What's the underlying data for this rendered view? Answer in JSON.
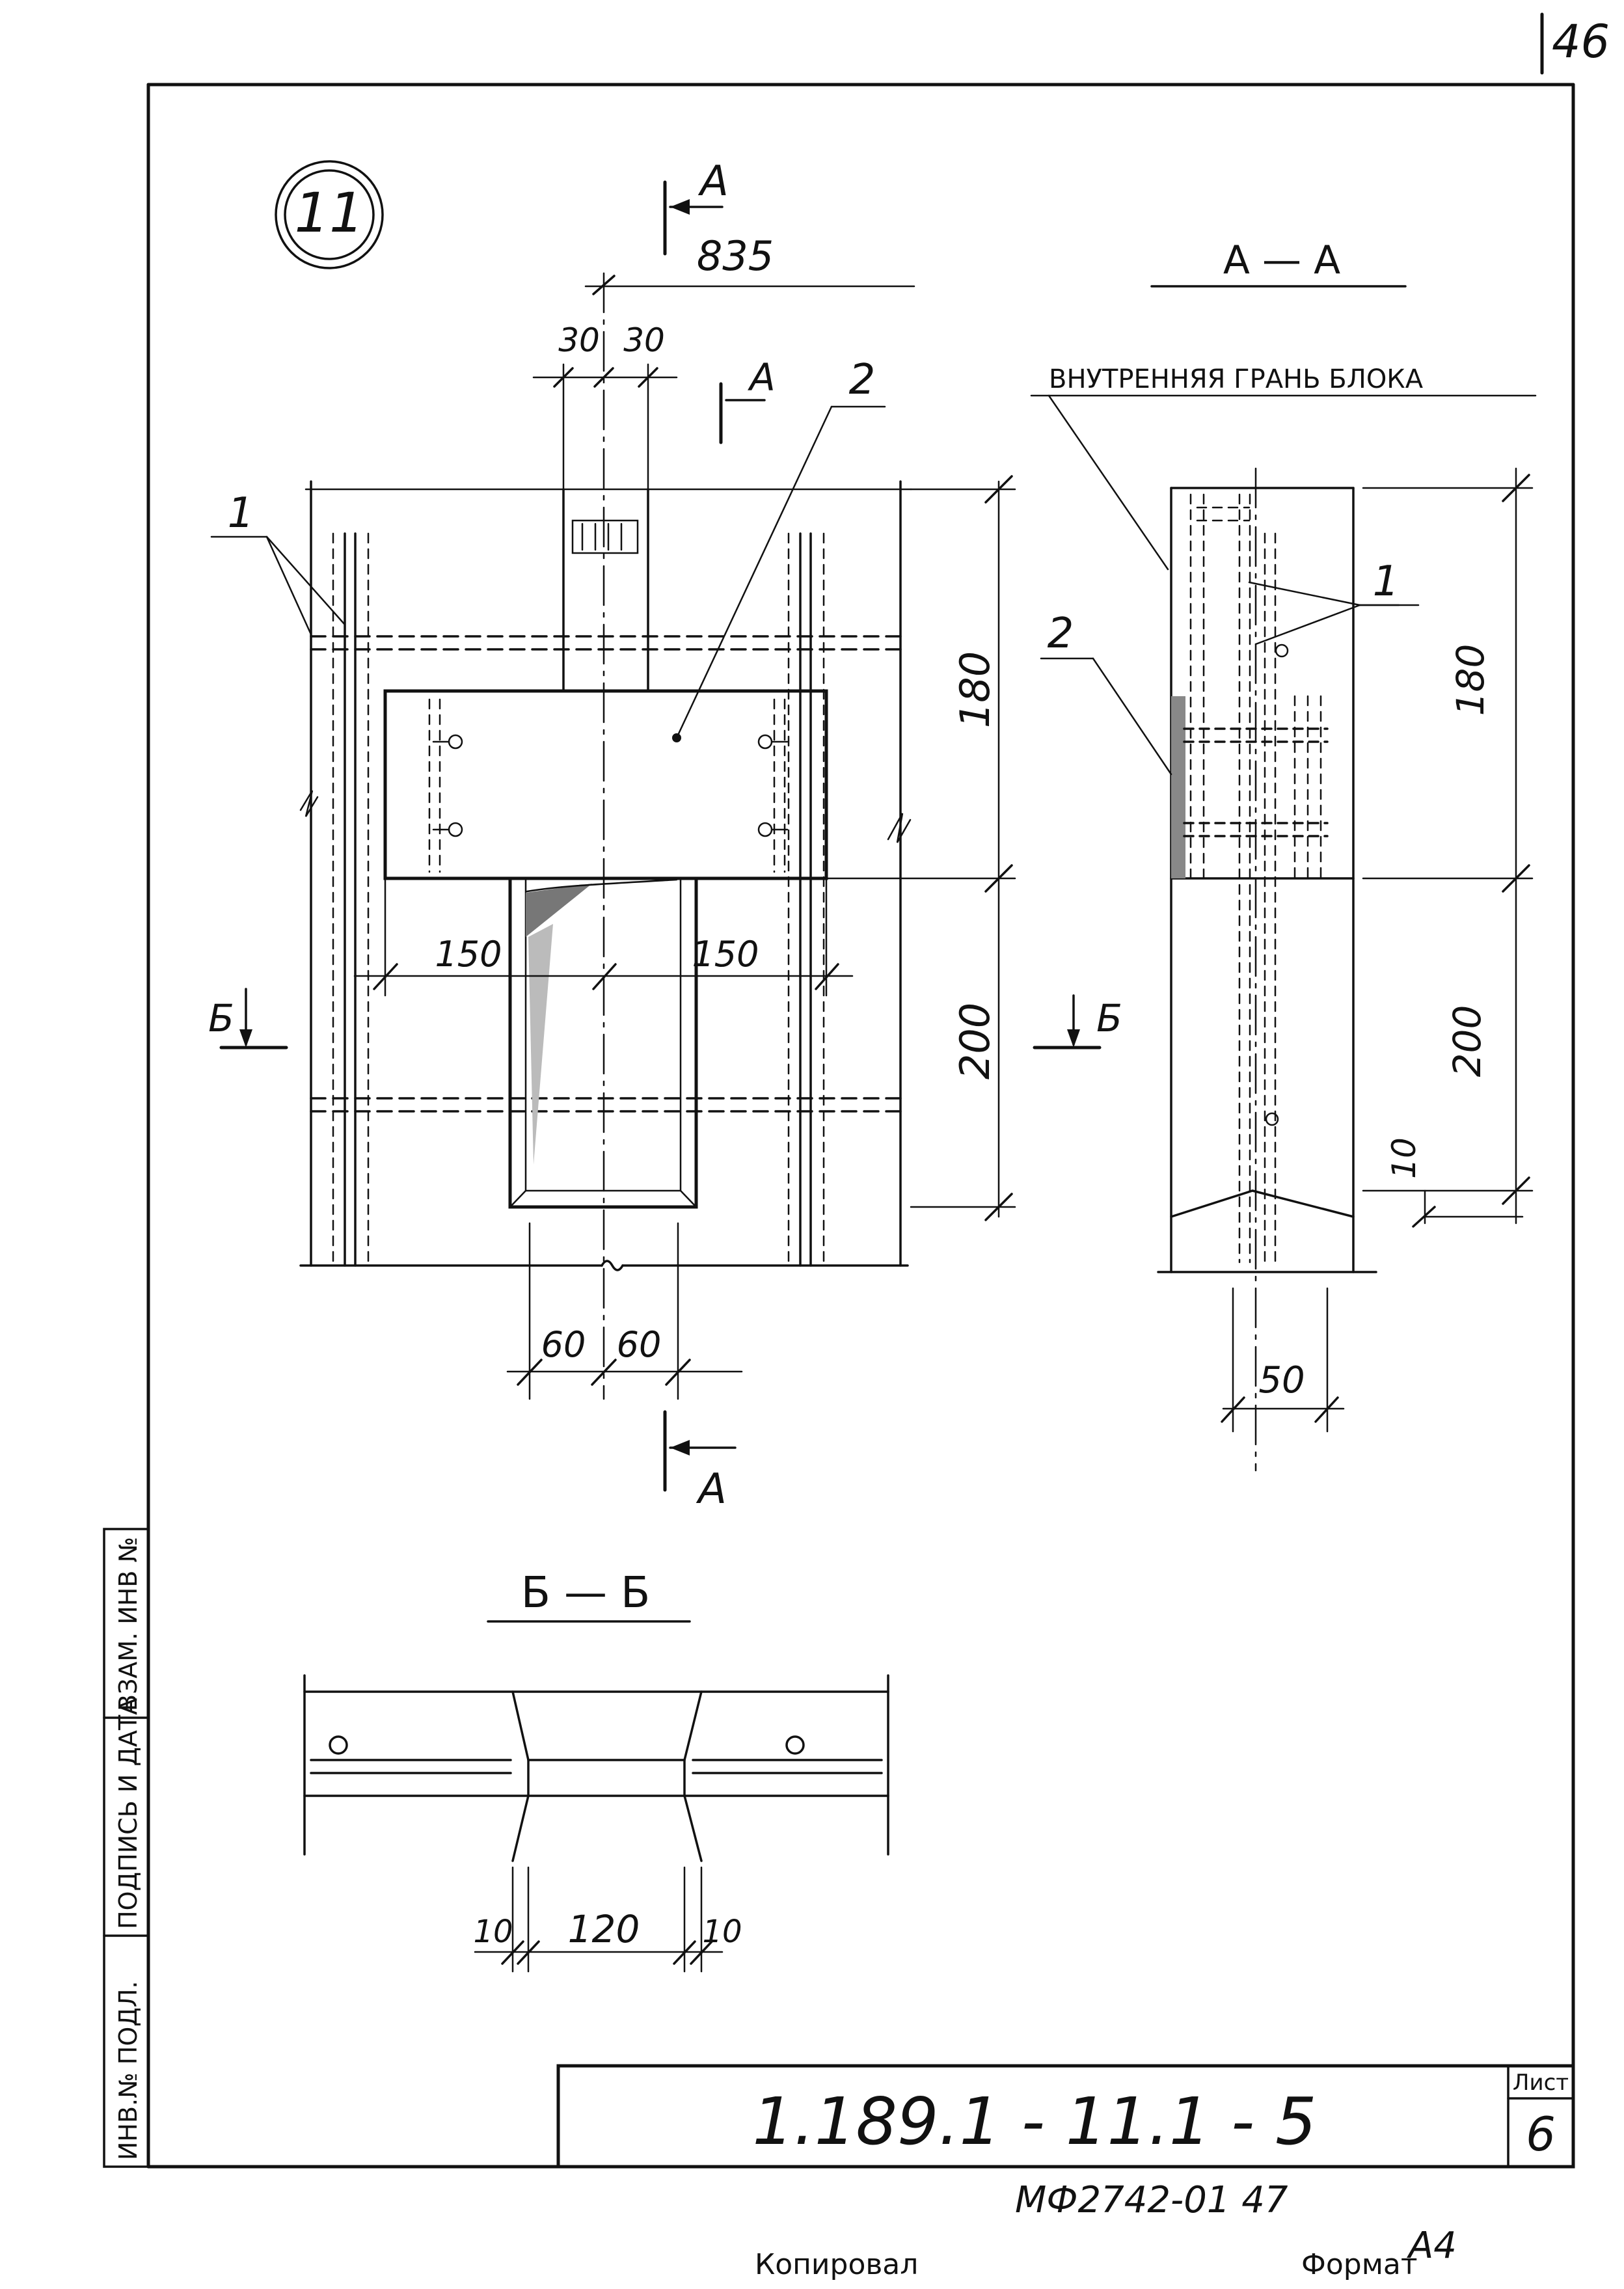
{
  "sheet_number_top": "46",
  "node_number": "11",
  "section_marks": {
    "a_top": "А",
    "a_upper": "А",
    "a_bottom": "А",
    "b_left": "Б",
    "b_right": "Б"
  },
  "section_titles": {
    "aa": "А — А",
    "bb": "Б — Б"
  },
  "dimensions": {
    "d835": "835",
    "d30_left": "30",
    "d30_right": "30",
    "d180_main": "180",
    "d200_main": "200",
    "d150_left": "150",
    "d150_right": "150",
    "d60_left": "60",
    "d60_right": "60",
    "d180_aa": "180",
    "d200_aa": "200",
    "d10_aa": "10",
    "d50_aa": "50",
    "d10_bb_left": "10",
    "d120_bb": "120",
    "d10_bb_right": "10"
  },
  "callouts": {
    "pos1_main": "1",
    "pos2_main": "2",
    "pos1_aa": "1",
    "pos2_aa": "2",
    "inner_face_note": "ВНУТРЕННЯЯ ГРАНЬ БЛОКА"
  },
  "side_stamp": {
    "inv_podl": "ИНВ.№ ПОДЛ.",
    "podpis_data": "ПОДПИСЬ И ДАТА",
    "vzam_inv": "ВЗАМ. ИНВ №"
  },
  "title_block": {
    "designation": "1.189.1 - 11.1 - 5",
    "sheet_label": "Лист",
    "sheet_value": "6"
  },
  "footer": {
    "order_number": "МФ2742-01   47",
    "copied": "Копировал",
    "format": "Формат",
    "format_value": "А4"
  }
}
